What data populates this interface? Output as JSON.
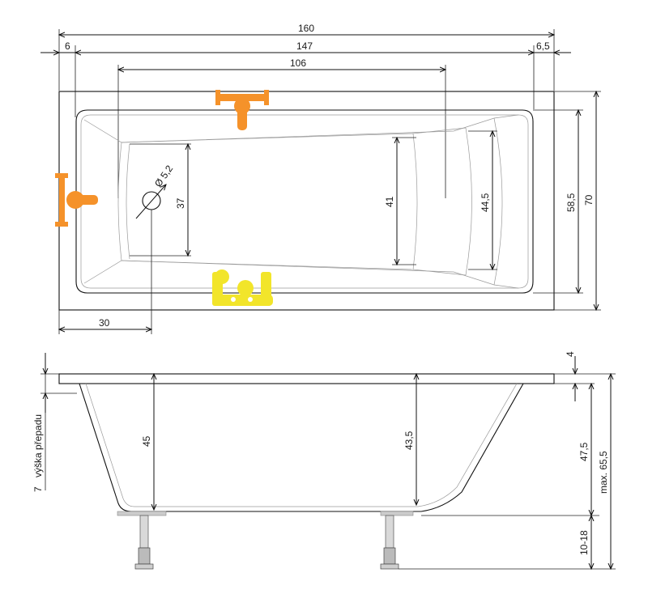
{
  "top_view": {
    "overall_length": "160",
    "left_rim": "6",
    "inner_length": "147",
    "right_rim": "6,5",
    "bottom_length": "106",
    "drain_diameter": "Ø 5,2",
    "bottom_width_left": "37",
    "bottom_width_mid": "41",
    "bottom_width_right": "44,5",
    "inner_width": "58,5",
    "overall_width": "70",
    "drain_offset": "30"
  },
  "side_view": {
    "rim_thickness": "4",
    "overflow_height_value": "7",
    "overflow_height_label": "výška přepadu",
    "depth_left": "45",
    "depth_right": "43,5",
    "tub_height": "47,5",
    "max_height": "max. 65,5",
    "leg_adjust": "10-18"
  },
  "colors": {
    "line": "#111111",
    "faucet": "#f5922a",
    "waste": "#f2e52a"
  },
  "icons": [
    "faucet-top-icon",
    "faucet-side-icon",
    "waste-overflow-icon"
  ]
}
